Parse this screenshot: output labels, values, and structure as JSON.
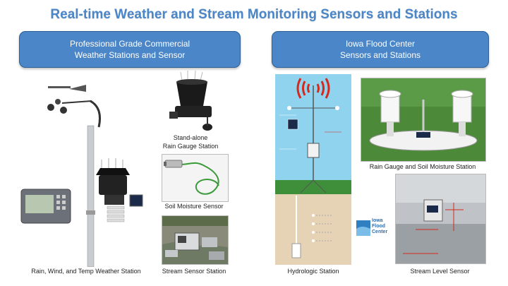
{
  "title": "Real-time Weather and Stream Monitoring Sensors and Stations",
  "left_header": {
    "line1": "Professional Grade Commercial",
    "line2": "Weather Stations and Sensor"
  },
  "right_header": {
    "line1": "Iowa Flood Center",
    "line2": "Sensors and Stations"
  },
  "captions": {
    "weather_station": "Rain, Wind, and Temp Weather Station",
    "rain_gauge_line1": "Stand-alone",
    "rain_gauge_line2": "Rain Gauge Station",
    "soil_moisture": "Soil Moisture Sensor",
    "stream_sensor": "Stream Sensor Station",
    "hydrologic": "Hydrologic Station",
    "rain_gauge_soil": "Rain Gauge and Soil Moisture Station",
    "stream_level": "Stream Level Sensor"
  },
  "logo": {
    "line1": "Iowa",
    "line2": "Flood",
    "line3": "Center"
  },
  "colors": {
    "title": "#4a86c8",
    "header_fill": "#4a86c8",
    "sky": "#8fd3ee",
    "grass": "#3f8f3a",
    "soil": "#e6d3b5"
  }
}
